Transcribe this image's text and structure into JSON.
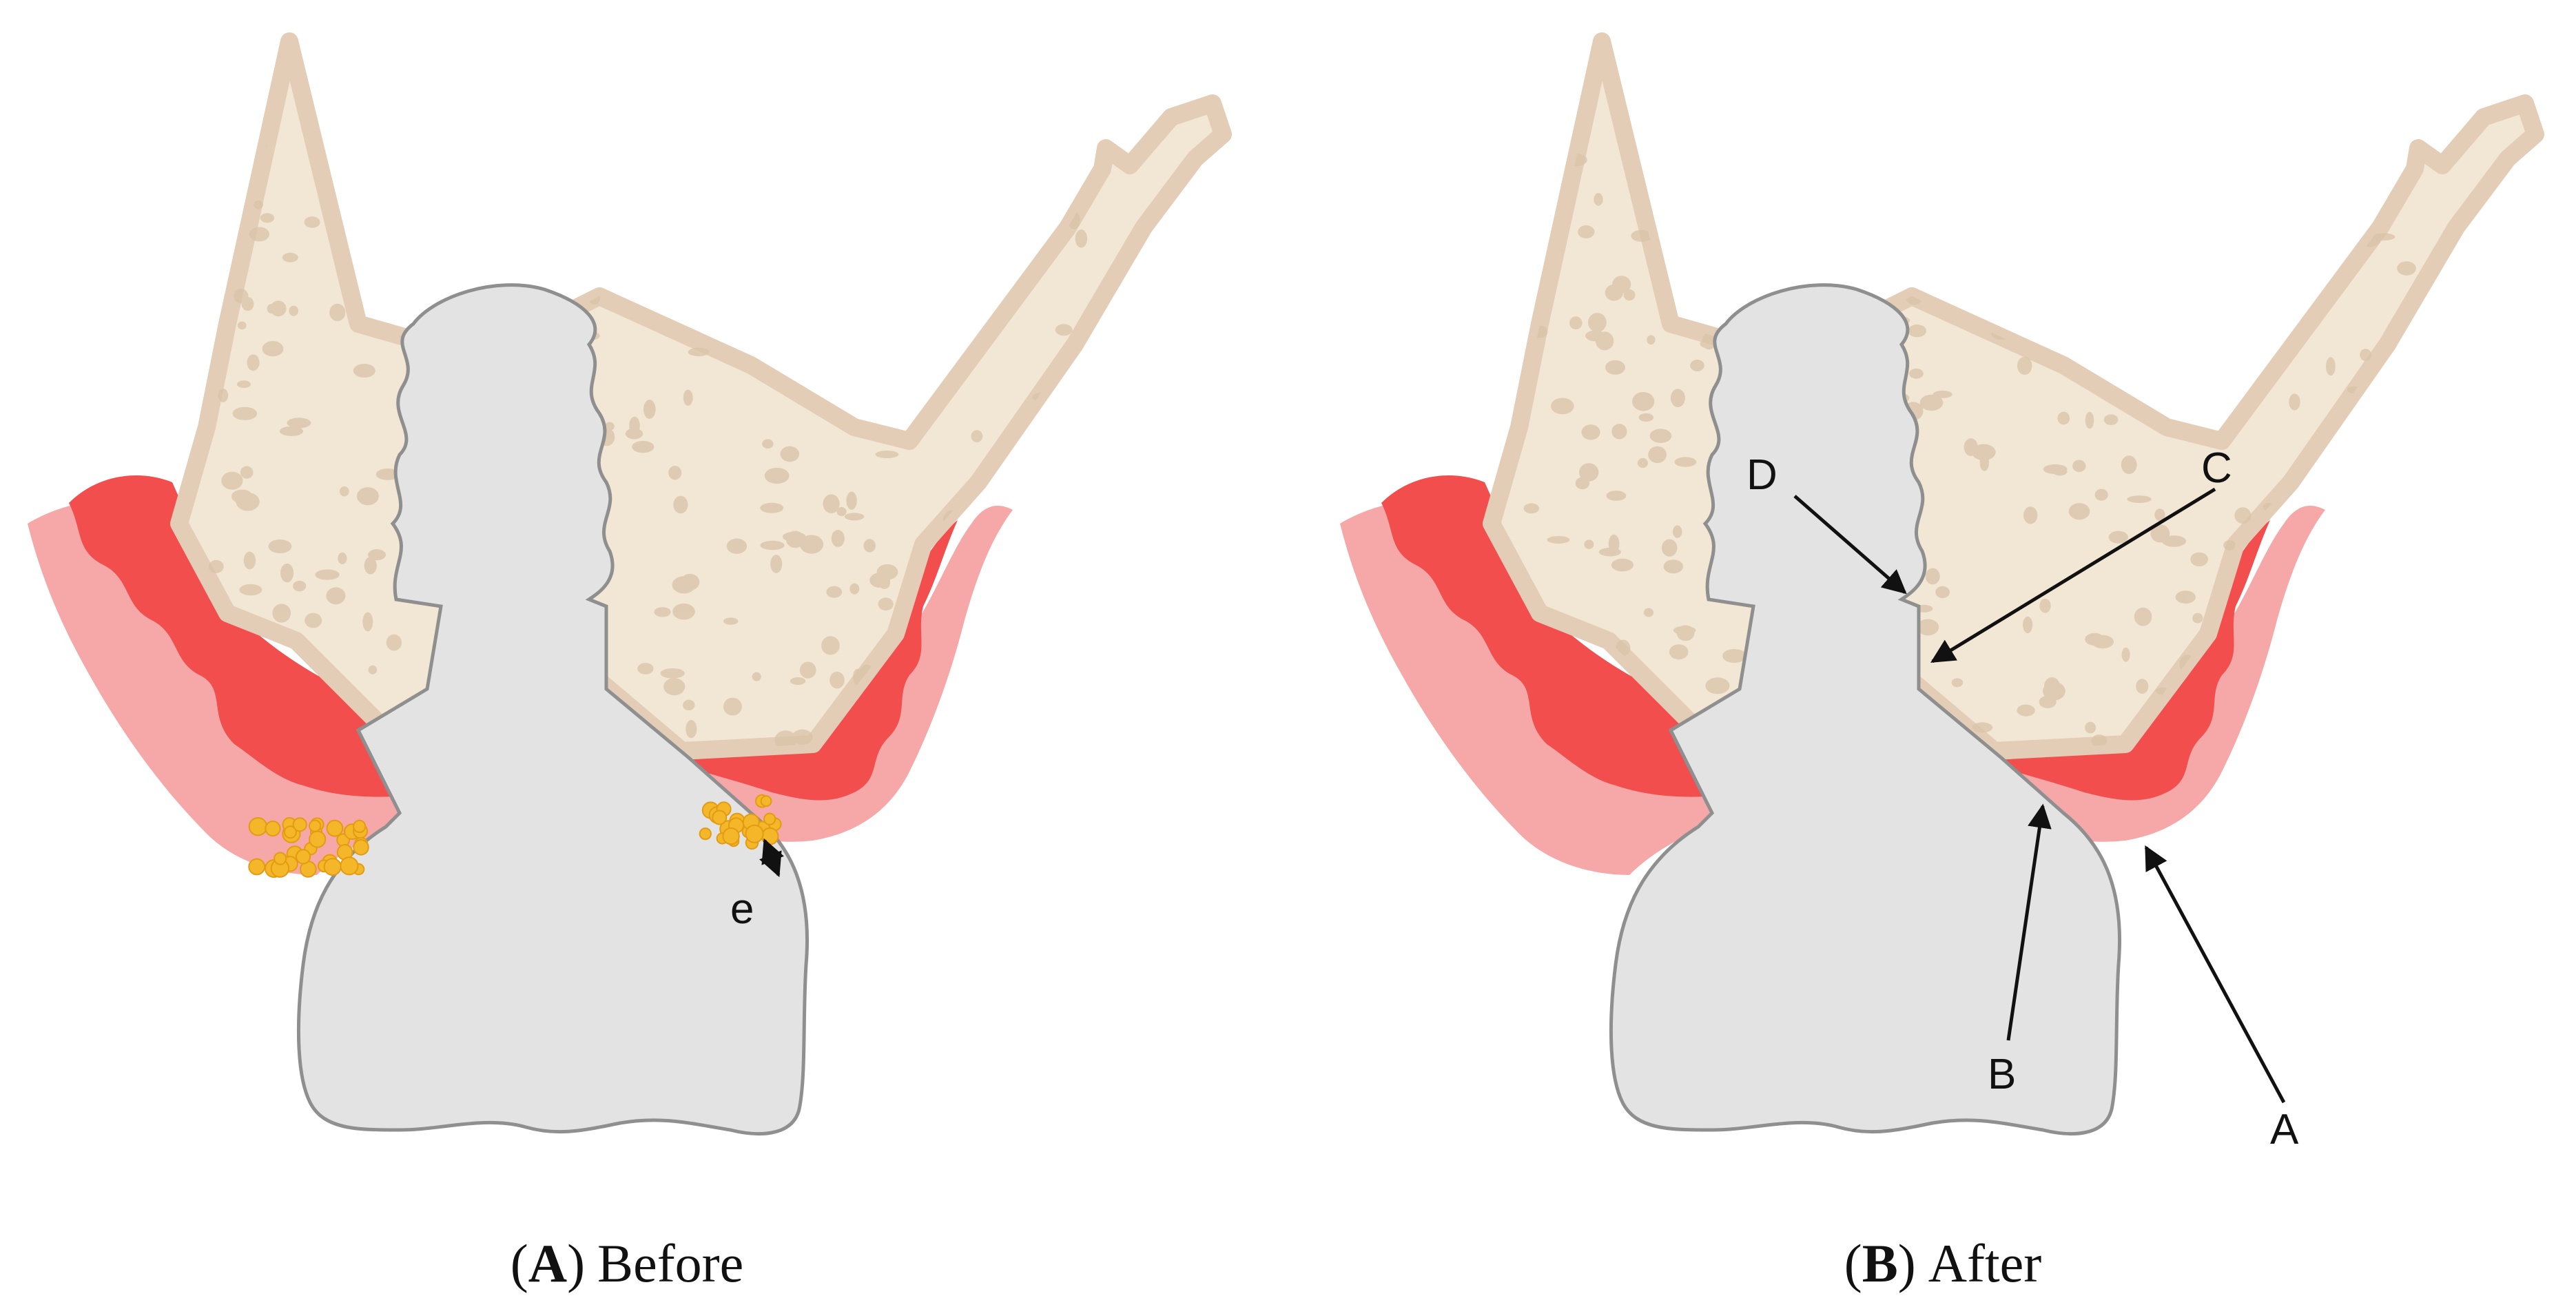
{
  "colors": {
    "background": "#ffffff",
    "bone_fill": "#f2e6d4",
    "bone_edge": "#e3cdb6",
    "bone_pore": "#d9c3a8",
    "gum_outer": "#f6a8a8",
    "gum_inner": "#f24e4e",
    "implant_fill": "#e3e3e3",
    "implant_edge": "#8f8f8f",
    "cement": "#f5b72a",
    "arrow": "#111111"
  },
  "panels": [
    {
      "caption": {
        "open": "(",
        "letter": "A",
        "close": ")",
        "text": "Before"
      },
      "labels": {
        "e": "e"
      }
    },
    {
      "caption": {
        "open": "(",
        "letter": "B",
        "close": ")",
        "text": "After"
      },
      "labels": {
        "A": "A",
        "B": "B",
        "C": "C",
        "D": "D"
      }
    }
  ]
}
